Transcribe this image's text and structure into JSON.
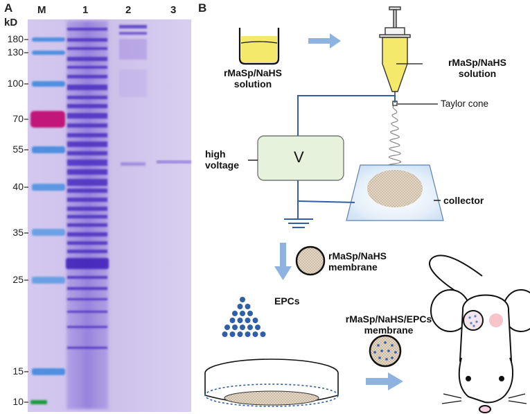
{
  "panel_a": {
    "letter": "A",
    "unit": "kD",
    "lanes": [
      "M",
      "1",
      "2",
      "3"
    ],
    "markers": [
      {
        "label": "180",
        "kd": 180
      },
      {
        "label": "130",
        "kd": 130
      },
      {
        "label": "100",
        "kd": 100
      },
      {
        "label": "70",
        "kd": 70
      },
      {
        "label": "55",
        "kd": 55
      },
      {
        "label": "40",
        "kd": 40
      },
      {
        "label": "35",
        "kd": 35
      },
      {
        "label": "25",
        "kd": 25
      },
      {
        "label": "15",
        "kd": 15
      },
      {
        "label": "10",
        "kd": 10
      }
    ],
    "colors": {
      "gel": "#cfc2ec",
      "band": "#5a3ec8",
      "marker": "#4f8fe0",
      "marker_70": "#c2187a"
    }
  },
  "panel_b": {
    "letter": "B",
    "labels": {
      "solution_left_1": "rMaSp/NaHS",
      "solution_left_2": "solution",
      "solution_right_1": "rMaSp/NaHS",
      "solution_right_2": "solution",
      "taylor_cone": "Taylor cone",
      "high_voltage_1": "high",
      "high_voltage_2": "voltage",
      "voltage_symbol": "V",
      "collector": "collector",
      "membrane_1": "rMaSp/NaHS",
      "membrane_2": "membrane",
      "epcs": "EPCs",
      "epcs_membrane_1": "rMaSp/NaHS/EPCs",
      "epcs_membrane_2": "membrane"
    },
    "colors": {
      "arrow": "#8fb3e0",
      "solution": "#f2e55a",
      "wire": "#2e5fa8",
      "box": "#e6f2dc",
      "collector": "#d6e8f8"
    }
  }
}
